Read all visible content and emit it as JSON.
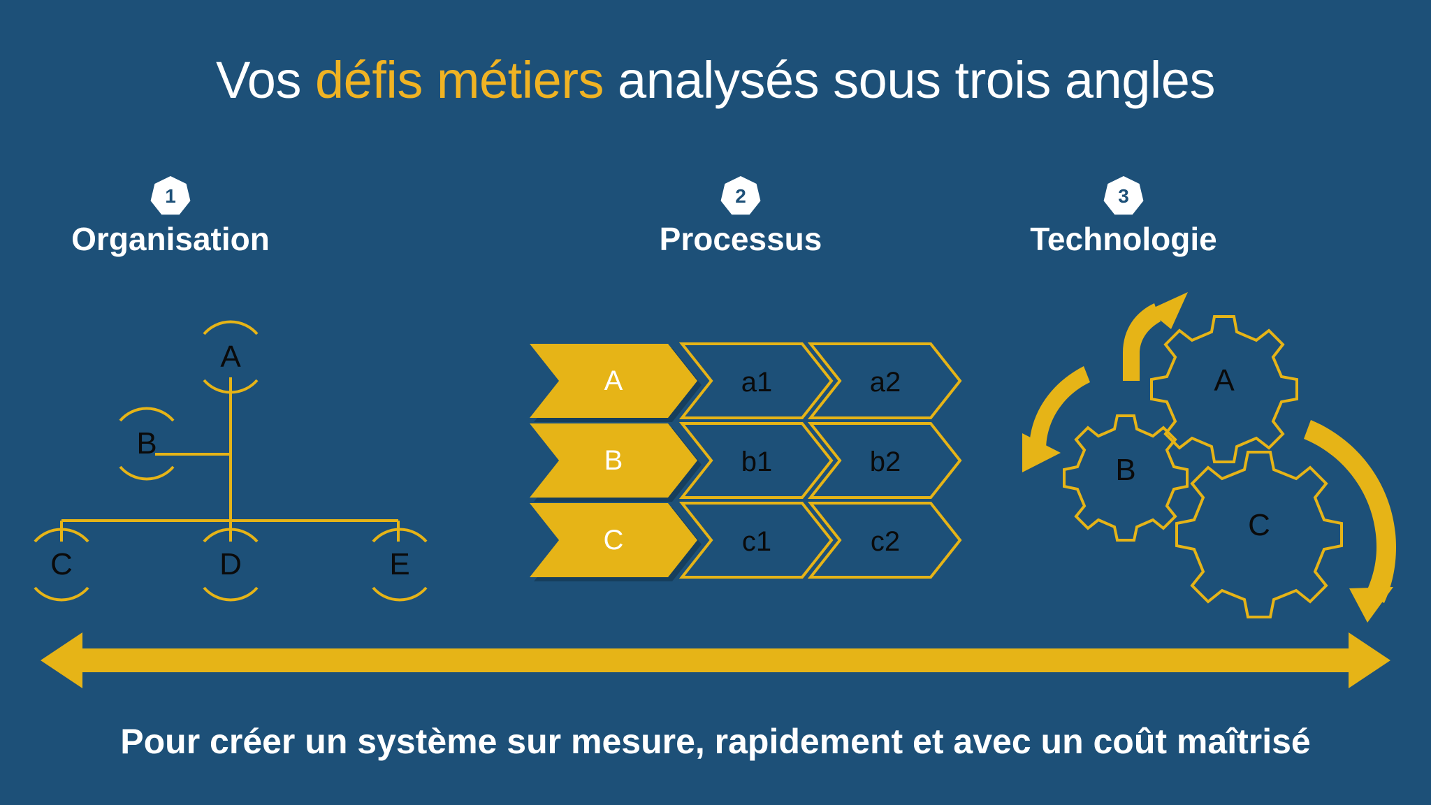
{
  "colors": {
    "background": "#1d5078",
    "gold": "#e6b417",
    "gold_bright": "#f0b323",
    "white": "#ffffff",
    "text_dark": "#0a0a0a"
  },
  "title": {
    "before": "Vos ",
    "accent": "défis métiers",
    "after": " analysés sous trois angles"
  },
  "columns": [
    {
      "number": "1",
      "label": "Organisation"
    },
    {
      "number": "2",
      "label": "Processus"
    },
    {
      "number": "3",
      "label": "Technologie"
    }
  ],
  "org_chart": {
    "nodes": [
      {
        "id": "A",
        "label": "A"
      },
      {
        "id": "B",
        "label": "B"
      },
      {
        "id": "C",
        "label": "C"
      },
      {
        "id": "D",
        "label": "D"
      },
      {
        "id": "E",
        "label": "E"
      }
    ]
  },
  "process": {
    "rows": [
      {
        "lead": "A",
        "steps": [
          "a1",
          "a2"
        ]
      },
      {
        "lead": "B",
        "steps": [
          "b1",
          "b2"
        ]
      },
      {
        "lead": "C",
        "steps": [
          "c1",
          "c2"
        ]
      }
    ]
  },
  "gears": {
    "items": [
      {
        "id": "A",
        "label": "A"
      },
      {
        "id": "B",
        "label": "B"
      },
      {
        "id": "C",
        "label": "C"
      }
    ]
  },
  "caption": "Pour créer un système sur mesure, rapidement et avec un coût maîtrisé"
}
